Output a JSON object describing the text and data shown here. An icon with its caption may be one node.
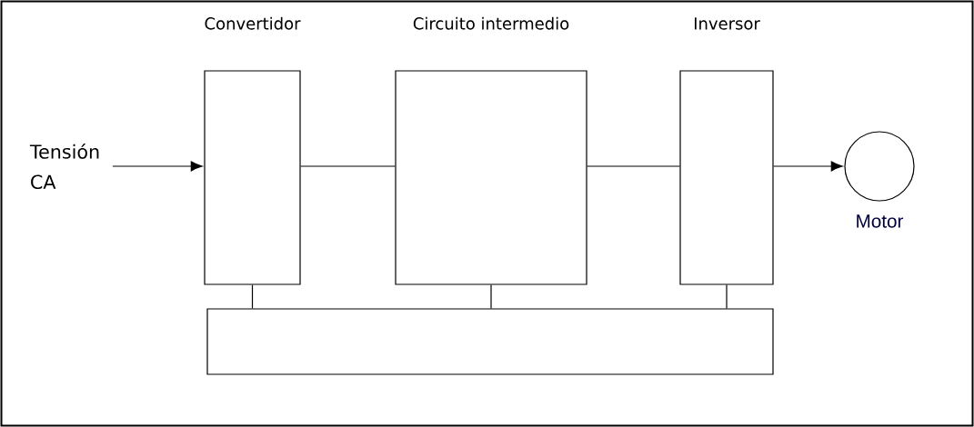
{
  "diagram": {
    "nodes": [
      {
        "text": [
          "Tensión CA"
        ]
      },
      {
        "text": [
          "Convertidor"
        ]
      },
      {
        "text": [
          "Circuito intermedio"
        ]
      },
      {
        "text": [
          "Inversor"
        ]
      },
      {
        "text": [
          "Motor"
        ]
      },
      {
        "text": [],
        "shape": "box"
      }
    ],
    "edges": [
      {
        "from": 0,
        "to": 1,
        "arrow": "to"
      },
      {
        "from": 1,
        "to": 2,
        "arrow": "none"
      },
      {
        "from": 2,
        "to": 3,
        "arrow": "none"
      },
      {
        "from": 3,
        "to": 4,
        "arrow": "to"
      },
      {
        "from": 1,
        "to": 5,
        "arrow": "none"
      },
      {
        "from": 2,
        "to": 5,
        "arrow": "none"
      },
      {
        "from": 3,
        "to": 5,
        "arrow": "none"
      }
    ]
  }
}
